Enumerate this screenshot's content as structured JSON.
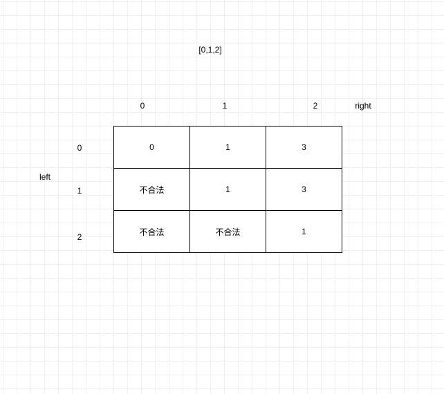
{
  "array_label": "[0,1,2]",
  "right_axis": {
    "label": "right",
    "indices": [
      "0",
      "1",
      "2"
    ]
  },
  "left_axis": {
    "label": "left",
    "indices": [
      "0",
      "1",
      "2"
    ]
  },
  "table": {
    "rows": [
      [
        "0",
        "1",
        "3"
      ],
      [
        "不合法",
        "1",
        "3"
      ],
      [
        "不合法",
        "不合法",
        "1"
      ]
    ]
  }
}
